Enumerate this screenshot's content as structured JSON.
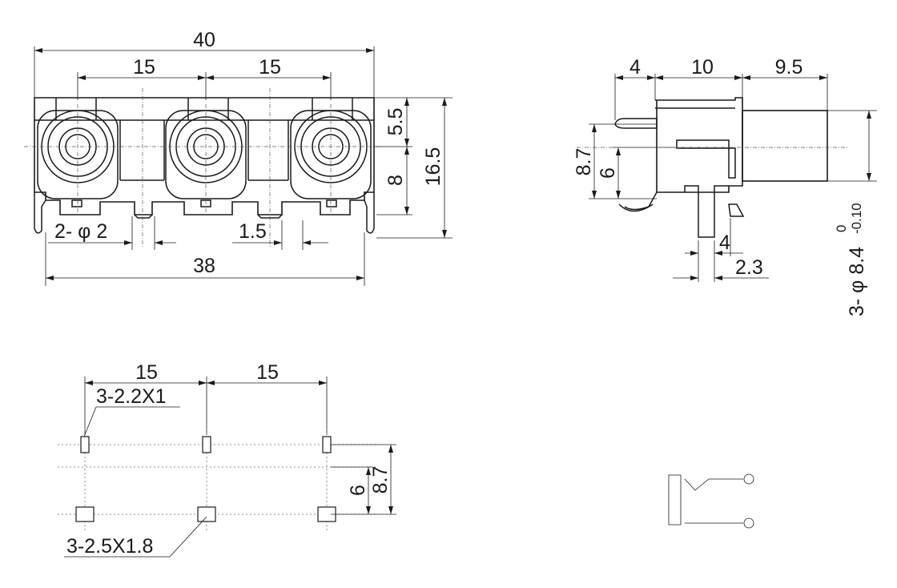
{
  "front_view": {
    "overall_width": "40",
    "pitch_left": "15",
    "pitch_right": "15",
    "top_offset": "5.5",
    "lower_height": "8",
    "total_height": "16.5",
    "peg_callout": "2- φ 2",
    "pin_width": "1.5",
    "peg_spacing": "38"
  },
  "side_view": {
    "pin_section": "4",
    "body_depth": "10",
    "barrel_length": "9.5",
    "center_height": "8.7",
    "lower_center": "6",
    "post_width": "4",
    "post_offset": "2.3",
    "barrel_callout": "3- φ 8.4",
    "tolerance_upper": "0",
    "tolerance_lower": "-0.10"
  },
  "pcb_layout": {
    "pitch_left": "15",
    "pitch_right": "15",
    "upper_pads": "3-2.2X1",
    "lower_pads": "3-2.5X1.8",
    "row_offset": "6",
    "total_offset": "8.7"
  },
  "schematic": {
    "symbol": "phone-jack"
  }
}
